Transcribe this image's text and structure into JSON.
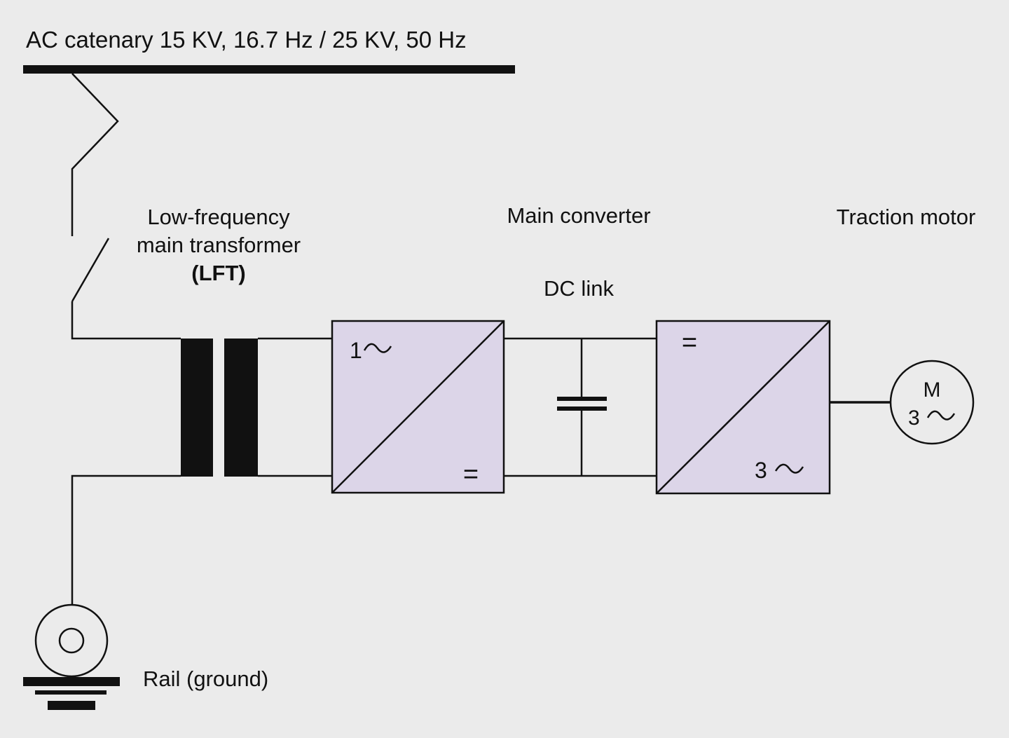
{
  "labels": {
    "catenary": "AC catenary 15 KV, 16.7 Hz / 25 KV, 50 Hz",
    "transformer_line1": "Low-frequency",
    "transformer_line2": "main transformer",
    "transformer_abbr": "(LFT)",
    "main_converter": "Main converter",
    "dc_link": "DC link",
    "traction_motor": "Traction motor",
    "rail": "Rail (ground)"
  },
  "rectifier": {
    "input": "1",
    "output": "="
  },
  "inverter": {
    "input": "=",
    "output": "3"
  },
  "motor": {
    "letter": "M",
    "phases": "3"
  },
  "colors": {
    "background": "#ebebeb",
    "converter_fill": "#dcd5e8",
    "line": "#111111"
  }
}
